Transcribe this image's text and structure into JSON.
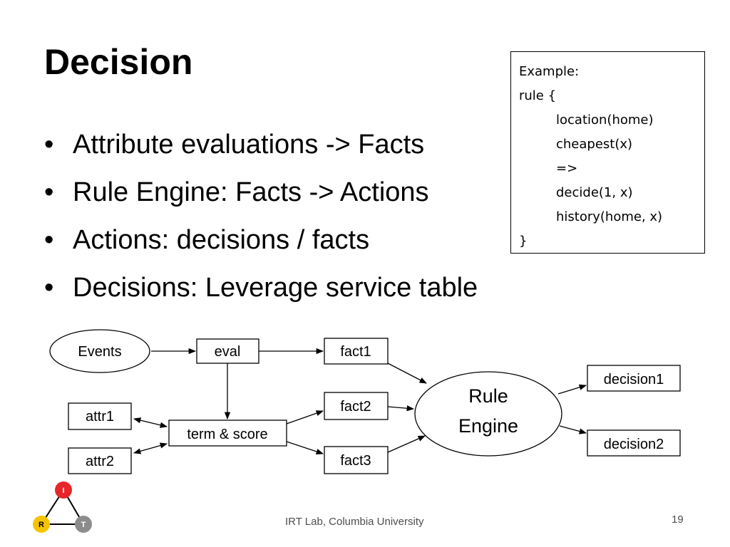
{
  "slide": {
    "title": "Decision",
    "bullets": [
      "Attribute evaluations -> Facts",
      "Rule Engine: Facts -> Actions",
      "Actions: decisions / facts",
      "Decisions: Leverage service table"
    ]
  },
  "example": {
    "lines": [
      "Example:",
      "rule {",
      "location(home)",
      "cheapest(x)",
      "=>",
      "decide(1, x)",
      "history(home, x)",
      "}"
    ]
  },
  "diagram": {
    "events": "Events",
    "eval": "eval",
    "fact1": "fact1",
    "fact2": "fact2",
    "fact3": "fact3",
    "attr1": "attr1",
    "attr2": "attr2",
    "term_score": "term & score",
    "rule_engine_line1": "Rule",
    "rule_engine_line2": "Engine",
    "decision1": "decision1",
    "decision2": "decision2"
  },
  "footer": {
    "text": "IRT Lab, Columbia University",
    "page_number": "19"
  },
  "logo": {
    "top": "I",
    "left": "R",
    "right": "T",
    "colors": {
      "top": "#e8262a",
      "left": "#f5c400",
      "right": "#8c8c8c"
    }
  }
}
